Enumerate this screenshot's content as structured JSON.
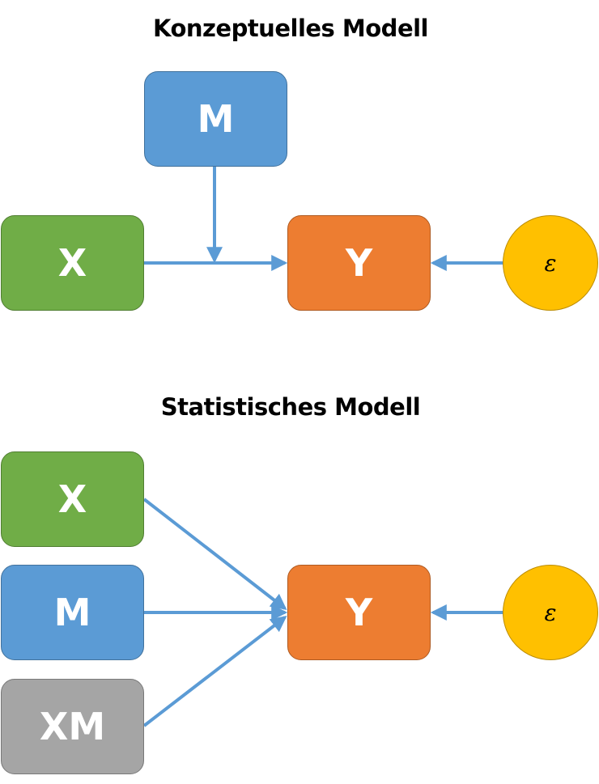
{
  "conceptual": {
    "title": "Konzeptuelles Modell",
    "nodes": {
      "m": "M",
      "x": "X",
      "y": "Y",
      "error": "ε"
    }
  },
  "statistical": {
    "title": "Statistisches Modell",
    "nodes": {
      "x": "X",
      "m": "M",
      "xm": "XM",
      "y": "Y",
      "error": "ε"
    }
  },
  "colors": {
    "x": "#70ad47",
    "m": "#5b9bd5",
    "y": "#ed7d31",
    "xm": "#a5a5a5",
    "error": "#ffc000",
    "arrow": "#5b9bd5"
  }
}
